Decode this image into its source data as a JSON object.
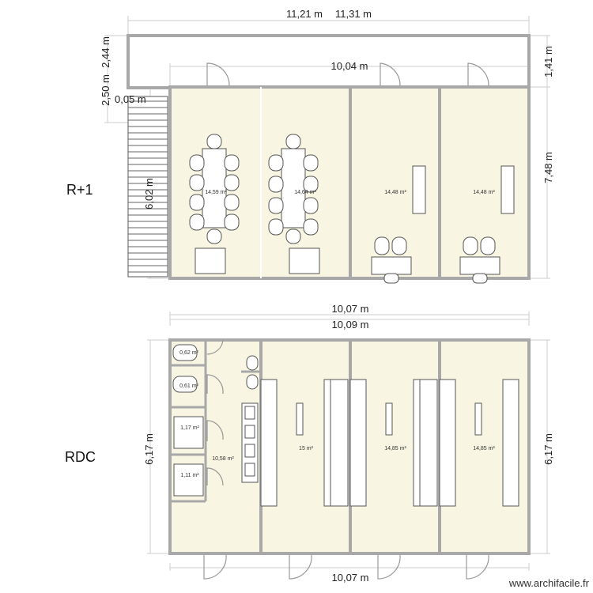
{
  "levels": {
    "upper": "R+1",
    "ground": "RDC"
  },
  "dimensions": {
    "top_width": "11,21 m",
    "top_width_overlap": "11,31 m",
    "inner_width_top": "10,04 m",
    "right_top": "1,41 m",
    "right_upper": "7,48 m",
    "left_upper": "6,02 m",
    "left_outer": "2,44 m",
    "left_outer_overlap": "2,50 m",
    "stair_gap": "0,05 m",
    "middle_a": "10,07 m",
    "middle_b": "10,09 m",
    "left_ground": "6,17 m",
    "right_ground": "6,17 m",
    "bottom_width": "10,07 m"
  },
  "upper_rooms": [
    {
      "area": "14,59 m²"
    },
    {
      "area": "14,64 m²"
    },
    {
      "area": "14,48 m²"
    },
    {
      "area": "14,48 m²"
    }
  ],
  "ground_rooms": [
    {
      "area": "0,62 m²"
    },
    {
      "area": "0,61 m²"
    },
    {
      "area": "1,17 m²"
    },
    {
      "area": "1,11 m²"
    },
    {
      "area": "10,58 m²"
    },
    {
      "area": "15 m²"
    },
    {
      "area": "14,85 m²"
    },
    {
      "area": "14,85 m²"
    }
  ],
  "watermark": "www.archifacile.fr",
  "colors": {
    "room_fill": "#f8f6e2",
    "wall": "#a8a8a8"
  }
}
